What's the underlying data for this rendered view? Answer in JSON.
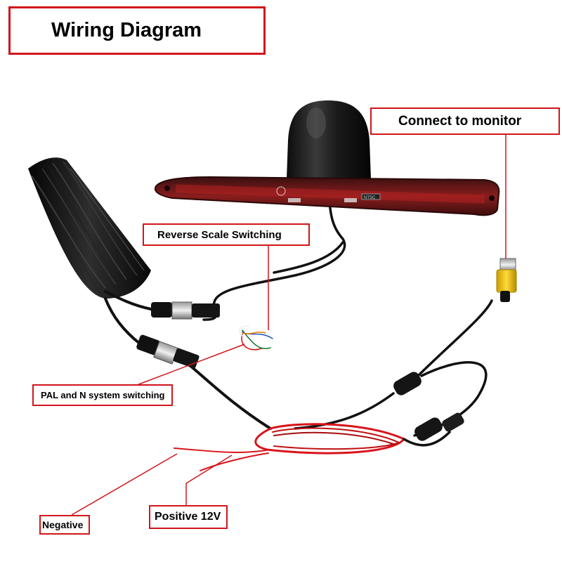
{
  "labels": {
    "title": "Wiring Diagram",
    "connect_monitor": "Connect to monitor",
    "reverse_scale": "Reverse Scale Switching",
    "pal_ntsc": "PAL and N system switching",
    "negative": "Negative",
    "positive": "Positive 12V"
  },
  "device_marking": "NTSC",
  "colors": {
    "label_border": "#d0161b",
    "pointer_line": "#d0161b",
    "cable": "#111111",
    "power_wire_red": "#d8141a",
    "lamp_lens": "#6e1616",
    "rca_plug": "#f2c400"
  }
}
